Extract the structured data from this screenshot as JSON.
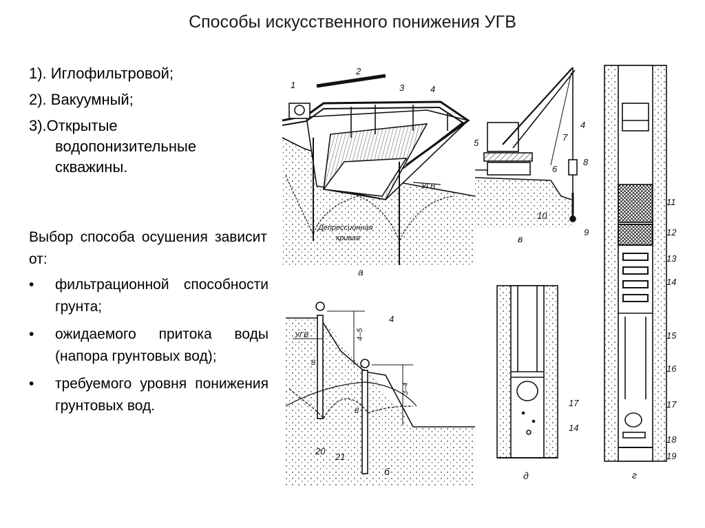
{
  "title": "Способы искусственного понижения УГВ",
  "methods": [
    {
      "line1": "1). Иглофильтровой;",
      "line2": ""
    },
    {
      "line1": "2). Вакуумный;",
      "line2": ""
    },
    {
      "line1": "3).Открытые",
      "line2": "водопонизительные скважины."
    }
  ],
  "choice_intro": "Выбор способа осушения зависит от:",
  "factors": [
    "фильтрационной способности грунта;",
    "ожидаемого притока воды (напора грунтовых вод);",
    "требуемого уровня понижения грунтовых вод."
  ],
  "figure": {
    "labels": {
      "ugv": "УГВ",
      "depression": "Депрессионная",
      "curve": "кривая",
      "a": "а",
      "b": "б",
      "v": "в",
      "g": "г",
      "d": "д",
      "h45": "4–5",
      "h34": "3–4",
      "eight": "8"
    },
    "numbers": [
      "1",
      "2",
      "3",
      "4",
      "5",
      "6",
      "7",
      "8",
      "9",
      "10",
      "11",
      "12",
      "13",
      "14",
      "15",
      "16",
      "17",
      "18",
      "19",
      "20",
      "21"
    ]
  }
}
